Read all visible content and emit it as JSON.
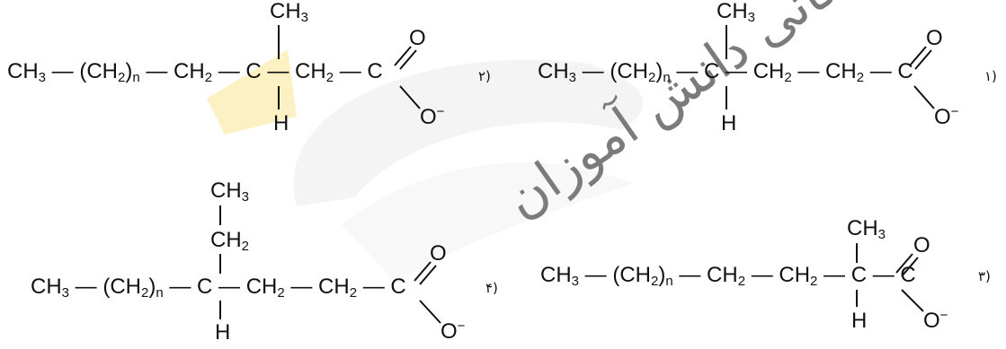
{
  "watermark": {
    "text": "کانال اطلاع رسانی دانش آموزان",
    "color": "#dcdcdc",
    "accent": "#f5cf3a"
  },
  "structures": [
    {
      "label": "۲)",
      "main": "CH₃ — (CH₂)n — CH₂ — C — CH₂ — C",
      "substituent_top": "CH₃",
      "substituent_bottom": "H",
      "carbonyl": "O",
      "anion": "O⁻"
    },
    {
      "label": "۱)",
      "main": "CH₃ — (CH₂)n — C — CH₂ — CH₂ — C",
      "substituent_top": "CH₃",
      "substituent_bottom": "H",
      "carbonyl": "O",
      "anion": "O⁻"
    },
    {
      "label": "۴)",
      "main": "CH₃ — (CH₂)n — C — CH₂ — CH₂ — C",
      "substituent_top": "CH₃",
      "substituent_mid": "CH₂",
      "substituent_bottom": "H",
      "carbonyl": "O",
      "anion": "O⁻"
    },
    {
      "label": "۳)",
      "main": "CH₃ — (CH₂)n — CH₂ — CH₂ — C — C",
      "substituent_top": "CH₃",
      "substituent_bottom": "H",
      "carbonyl": "O",
      "anion": "O⁻"
    }
  ]
}
